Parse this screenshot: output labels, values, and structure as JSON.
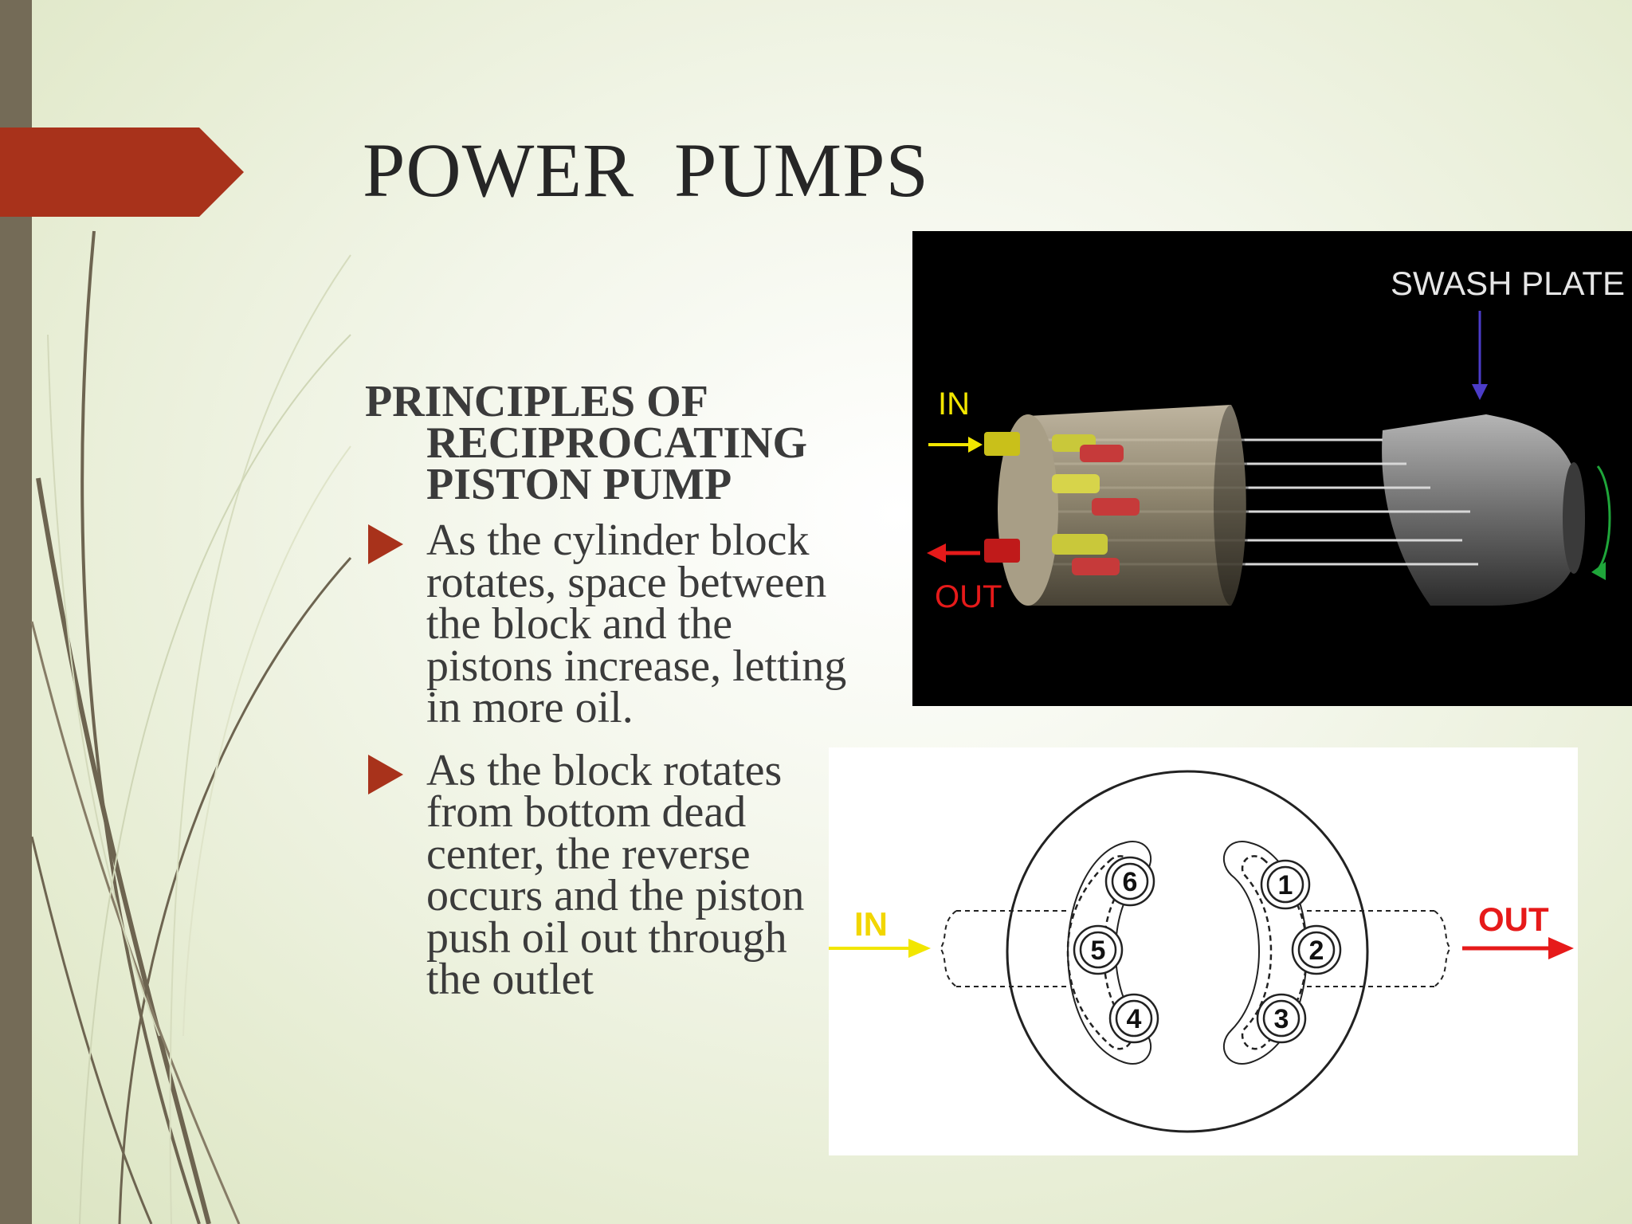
{
  "slide": {
    "title": "POWER  PUMPS",
    "heading": "PRINCIPLES OF RECIPROCATING PISTON PUMP",
    "bullets": [
      "As the cylinder block\nrotates, space between\nthe block and the\npistons increase, letting\nin more oil.",
      "As the block rotates\nfrom bottom dead\ncenter, the reverse\noccurs and the piston\npush oil out through\nthe outlet"
    ]
  },
  "swash_diagram": {
    "label_plate": "SWASH PLATE",
    "label_in": "IN",
    "label_out": "OUT"
  },
  "port_diagram": {
    "label_in": "IN",
    "label_out": "OUT",
    "piston_numbers": [
      "1",
      "2",
      "3",
      "4",
      "5",
      "6"
    ]
  },
  "colors": {
    "accent": "#a8321b",
    "left_bar": "#746b57",
    "text": "#262626",
    "in_arrow": "#f2e600",
    "out_arrow": "#e61a1a",
    "swash_arrow": "#4b3cc8"
  },
  "icons": {
    "title_marker": "arrow-tab-shape",
    "bullet_marker": "triangle-bullet-icon"
  }
}
